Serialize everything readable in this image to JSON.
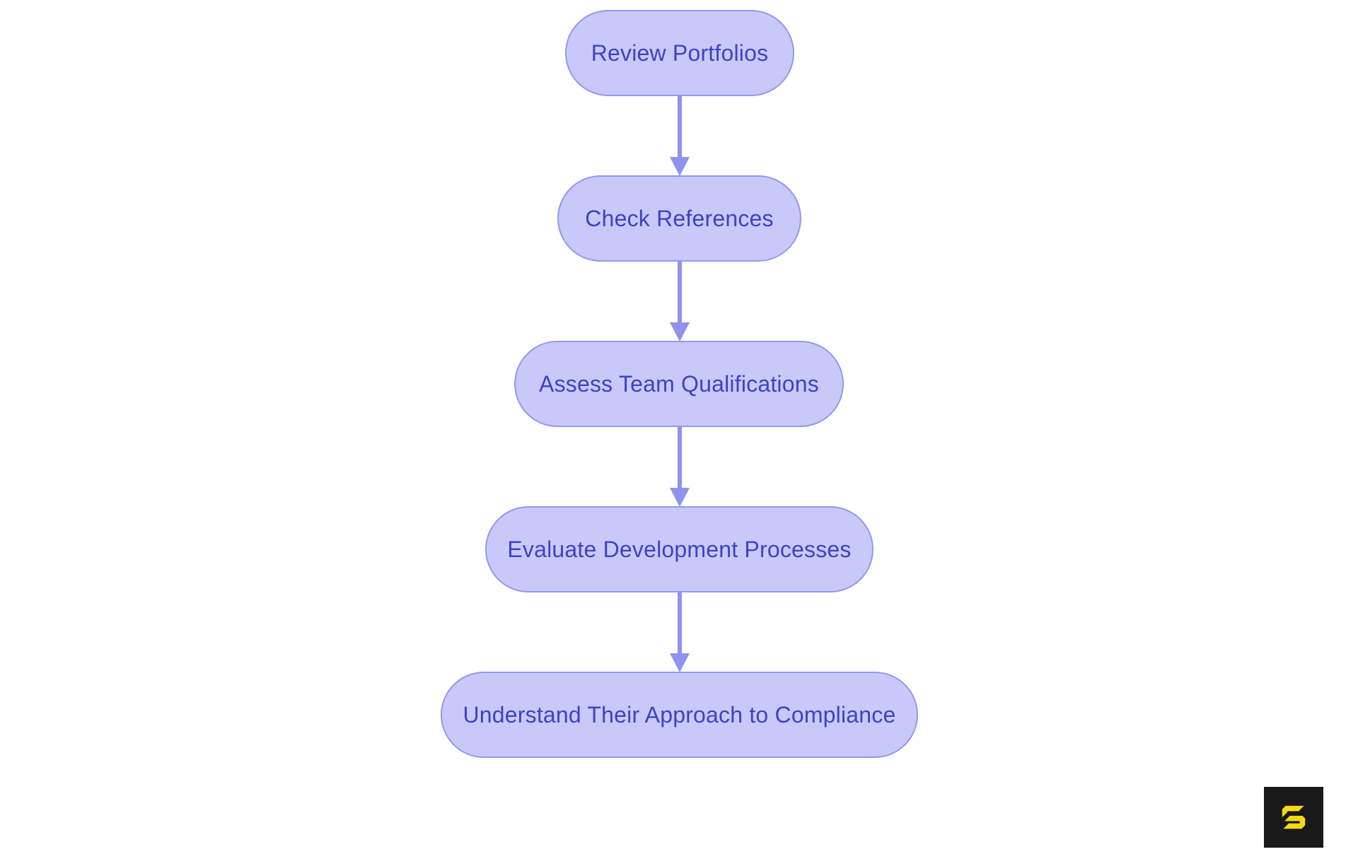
{
  "page": {
    "background": "#ffffff"
  },
  "diagram": {
    "type": "flowchart",
    "direction": "top-to-bottom",
    "nodes": [
      {
        "id": "n1",
        "label": "Review Portfolios"
      },
      {
        "id": "n2",
        "label": "Check References"
      },
      {
        "id": "n3",
        "label": "Assess Team Qualifications"
      },
      {
        "id": "n4",
        "label": "Evaluate Development Processes"
      },
      {
        "id": "n5",
        "label": "Understand Their Approach to Compliance"
      }
    ],
    "edges": [
      {
        "from": "n1",
        "to": "n2"
      },
      {
        "from": "n2",
        "to": "n3"
      },
      {
        "from": "n3",
        "to": "n4"
      },
      {
        "from": "n4",
        "to": "n5"
      }
    ],
    "colors": {
      "node_fill": "#c8c9f8",
      "node_border": "#9498ee",
      "node_text": "#3f42c4",
      "arrow": "#8f93ed"
    }
  },
  "logo": {
    "letter": "S",
    "background": "#191919",
    "foreground": "#f5d918"
  }
}
